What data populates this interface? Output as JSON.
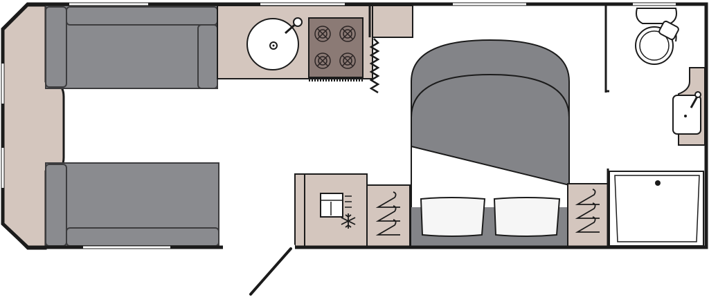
{
  "diagram": {
    "type": "caravan-floor-plan",
    "colors": {
      "background": "#ffffff",
      "wall": "#1b1b1b",
      "cabinet": "#d4c6be",
      "cushion": "#8a8b8f",
      "cushion_outline": "#3c3c3e",
      "bed": "#838488",
      "hob": "#8b7a75",
      "pillow": "#f6f6f6",
      "window": "#ffffff"
    },
    "icons": {
      "sink": "round-sink-icon",
      "hob": "four-burner-hob-icon",
      "fridge": "fridge-freezer-icon",
      "wardrobe": "coat-hanger-icon",
      "toilet": "toilet-icon",
      "basin": "basin-icon",
      "shower": "shower-tray-icon",
      "door": "entrance-door-icon"
    },
    "zones": [
      "front-lounge",
      "kitchen",
      "fixed-bed-bedroom",
      "washroom"
    ]
  }
}
